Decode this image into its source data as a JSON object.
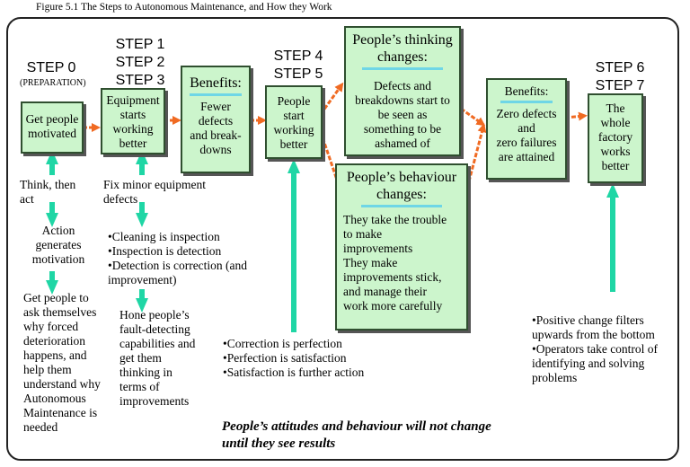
{
  "caption": "Figure 5.1  The Steps to Autonomous Maintenance, and How they Work",
  "steps": {
    "s0": "STEP 0",
    "s0_sub": "(PREPARATION)",
    "s123": [
      "STEP 1",
      "STEP 2",
      "STEP 3"
    ],
    "s45": [
      "STEP 4",
      "STEP 5"
    ],
    "s67": [
      "STEP 6",
      "STEP 7"
    ]
  },
  "boxes": {
    "motivated": [
      "Get people",
      "motivated"
    ],
    "equipment": [
      "Equipment",
      "starts",
      "working",
      "better"
    ],
    "benefits1": {
      "title": "Benefits:",
      "lines": [
        "Fewer",
        "defects",
        "and break-",
        "downs"
      ]
    },
    "people_start": [
      "People",
      "start",
      "working",
      "better"
    ],
    "thinking": {
      "title": [
        "People’s thinking",
        "changes:"
      ],
      "lines": [
        "Defects and",
        "breakdowns start to",
        "be seen as",
        "something to be",
        "ashamed of"
      ]
    },
    "behaviour": {
      "title": [
        "People’s behaviour",
        "changes:"
      ],
      "lines": [
        "They take the trouble",
        "to make",
        "improvements",
        "They make",
        "improvements stick,",
        "and manage their",
        "work more carefully"
      ]
    },
    "benefits2": {
      "title": "Benefits:",
      "lines": [
        "Zero defects",
        "and",
        "zero failures",
        "are attained"
      ]
    },
    "factory": [
      "The",
      "whole",
      "factory",
      "works",
      "better"
    ]
  },
  "notes": {
    "think_act": [
      "Think, then",
      "act"
    ],
    "action": [
      "Action",
      "generates",
      "motivation"
    ],
    "ask": [
      "Get people to",
      "ask themselves",
      "why forced",
      "deterioration",
      "happens, and",
      "help them",
      "understand why",
      "Autonomous",
      "Maintenance is",
      "needed"
    ],
    "fix": [
      "Fix minor equipment",
      "defects"
    ],
    "cleaning": [
      "•Cleaning is inspection",
      "•Inspection is detection",
      "•Detection is correction (and",
      "improvement)"
    ],
    "hone": [
      "Hone people’s",
      "fault-detecting",
      "capabilities and",
      "get them",
      "thinking in",
      "terms of",
      "improvements"
    ],
    "correction": [
      "•Correction is perfection",
      "•Perfection is satisfaction",
      "•Satisfaction is further action"
    ],
    "positive": [
      "•Positive change filters",
      "upwards from the bottom",
      "•Operators take control of",
      "identifying and solving",
      "problems"
    ]
  },
  "conclusion": [
    "People’s attitudes and behaviour will not change",
    "until they see results"
  ],
  "colors": {
    "box_fill": "#ccf5cc",
    "orange_arrow": "#f06a22",
    "teal_arrow": "#1fd6a5",
    "underline": "#6fd6e6"
  }
}
